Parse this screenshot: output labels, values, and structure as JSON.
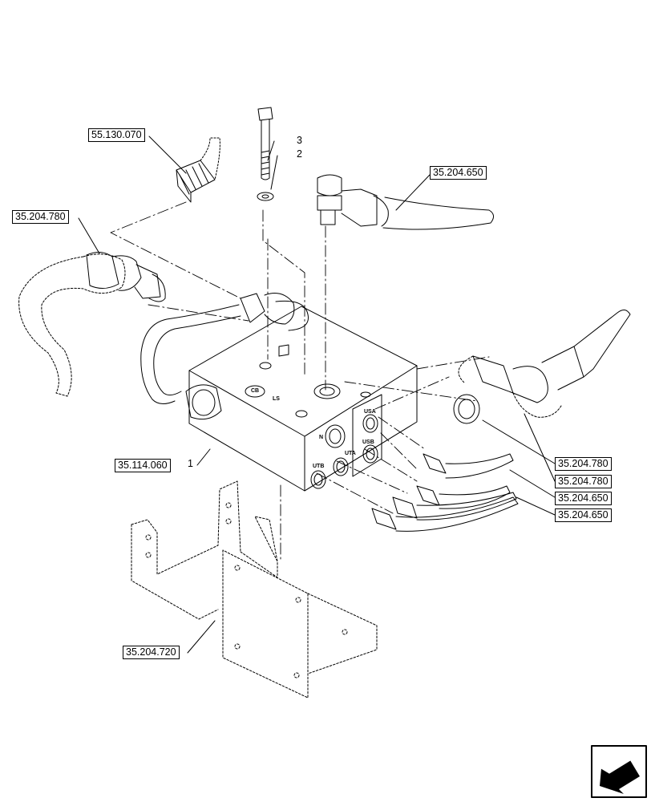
{
  "references": {
    "ref_55130070": "55.130.070",
    "ref_35204780_left": "35.204.780",
    "ref_35204650_top": "35.204.650",
    "ref_35114060": "35.114.060",
    "ref_35204780_r1": "35.204.780",
    "ref_35204780_r2": "35.204.780",
    "ref_35204650_r1": "35.204.650",
    "ref_35204650_r2": "35.204.650",
    "ref_35204720": "35.204.720"
  },
  "item_numbers": {
    "item_1": "1",
    "item_2": "2",
    "item_3": "3"
  },
  "port_stamps": {
    "usa": "USA",
    "usb": "USB",
    "uta": "UTA",
    "utb": "UTB",
    "n": "N",
    "ls": "LS",
    "cb": "CB"
  },
  "icons": {
    "navigation": "arrow-icon"
  }
}
